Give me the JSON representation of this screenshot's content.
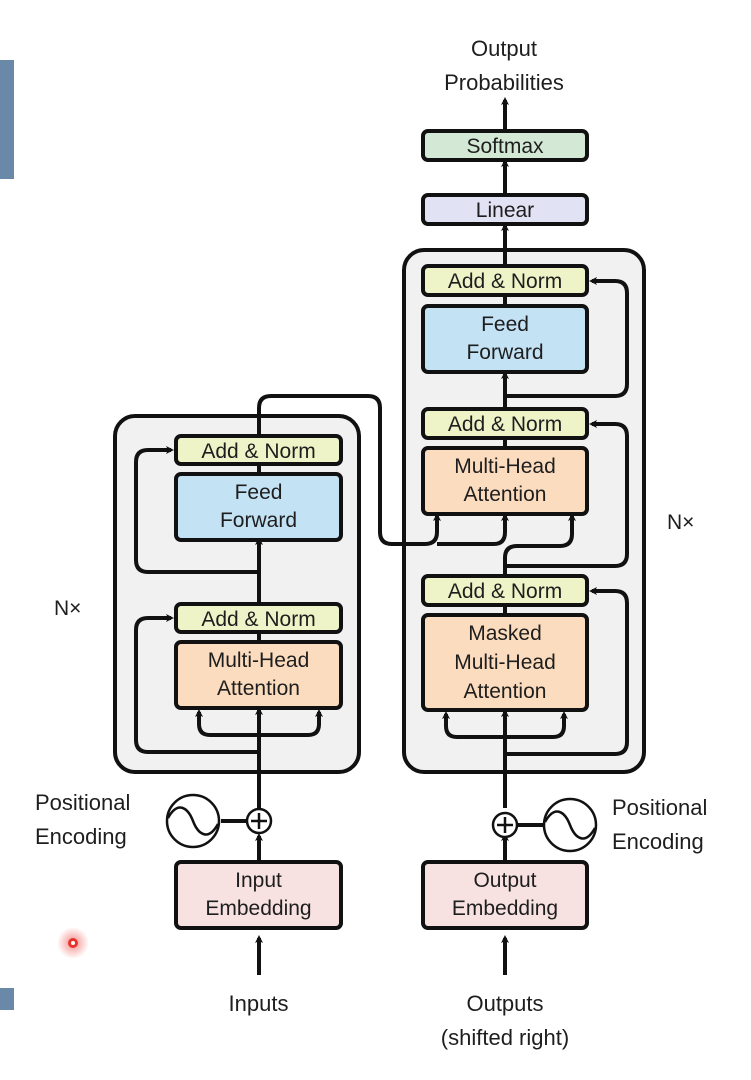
{
  "colors": {
    "side_tab": "#6a88a8",
    "stack_bg": "#f1f1f1",
    "add_norm": "#eff3c8",
    "feed_forward": "#c3e2f4",
    "attention": "#fcdcbe",
    "embedding": "#f8e1e1",
    "linear": "#e1e2f3",
    "softmax": "#d4e8d6",
    "cursor": "#e8322a"
  },
  "encoder": {
    "repeat_label": "N×",
    "add_norm_top": "Add & Norm",
    "feed_forward": [
      "Feed",
      "Forward"
    ],
    "add_norm_bottom": "Add & Norm",
    "attention": [
      "Multi-Head",
      "Attention"
    ],
    "positional_encoding": [
      "Positional",
      "Encoding"
    ],
    "embedding": [
      "Input",
      "Embedding"
    ],
    "input_label": "Inputs"
  },
  "decoder": {
    "repeat_label": "N×",
    "add_norm_top": "Add & Norm",
    "feed_forward": [
      "Feed",
      "Forward"
    ],
    "add_norm_middle": "Add & Norm",
    "cross_attention": [
      "Multi-Head",
      "Attention"
    ],
    "add_norm_bottom": "Add & Norm",
    "masked_attention": [
      "Masked",
      "Multi-Head",
      "Attention"
    ],
    "positional_encoding": [
      "Positional",
      "Encoding"
    ],
    "embedding": [
      "Output",
      "Embedding"
    ],
    "input_label": [
      "Outputs",
      "(shifted right)"
    ]
  },
  "head": {
    "linear": "Linear",
    "softmax": "Softmax",
    "output_label": [
      "Output",
      "Probabilities"
    ]
  }
}
